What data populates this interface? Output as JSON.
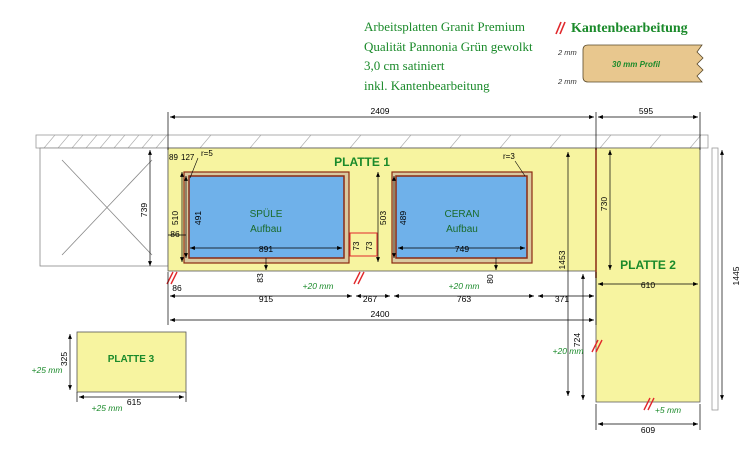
{
  "header": {
    "line1": "Arbeitsplatten Granit Premium",
    "line2": "Qualität Pannonia Grün gewolkt",
    "line3": "3,0 cm satiniert",
    "line4": "inkl. Kantenbearbeitung"
  },
  "edge_legend": {
    "title": "Kantenbearbeitung",
    "profile_label": "30 mm Profil",
    "top_mm": "2 mm",
    "bottom_mm": "2 mm"
  },
  "colors": {
    "slab_fill": "#f7f4a0",
    "sink_fill": "#6fb1ea",
    "cutout_border": "#8b2a12",
    "label_green": "#1a8a2a",
    "edge_marker": "#e0282c",
    "profile_fill": "#e8c78e"
  },
  "plates": {
    "p1_label": "PLATTE 1",
    "p2_label": "PLATTE 2",
    "p3_label": "PLATTE 3"
  },
  "cutouts": {
    "sink_title": "SPÜLE",
    "sink_sub": "Aufbau",
    "ceran_title": "CERAN",
    "ceran_sub": "Aufbau",
    "sink_radius": "r=5",
    "ceran_radius": "r=3"
  },
  "dims": {
    "top_p1": "2409",
    "top_p2": "595",
    "left_739": "739",
    "off_89": "89",
    "off_127": "127",
    "v_510": "510",
    "v_491": "491",
    "left_86_top": "86",
    "left_86_bottom": "86",
    "sink_w": "891",
    "v_83": "83",
    "w_915": "915",
    "plus20_a": "+20 mm",
    "w_267": "267",
    "sq_73a": "73",
    "sq_73b": "73",
    "v_503": "503",
    "v_489": "489",
    "ceran_w": "749",
    "plus20_b": "+20 mm",
    "v_80": "80",
    "w_763": "763",
    "w_371": "371",
    "v_1453": "1453",
    "total_2400": "2400",
    "v_730": "730",
    "w_610": "610",
    "v_1445": "1445",
    "v_724": "724",
    "plus20_c": "+20 mm",
    "plus5": "+5 mm",
    "w_609": "609",
    "p3_v325": "325",
    "p3_plus25_left": "+25 mm",
    "p3_plus25_bottom": "+25 mm",
    "p3_w615": "615"
  }
}
